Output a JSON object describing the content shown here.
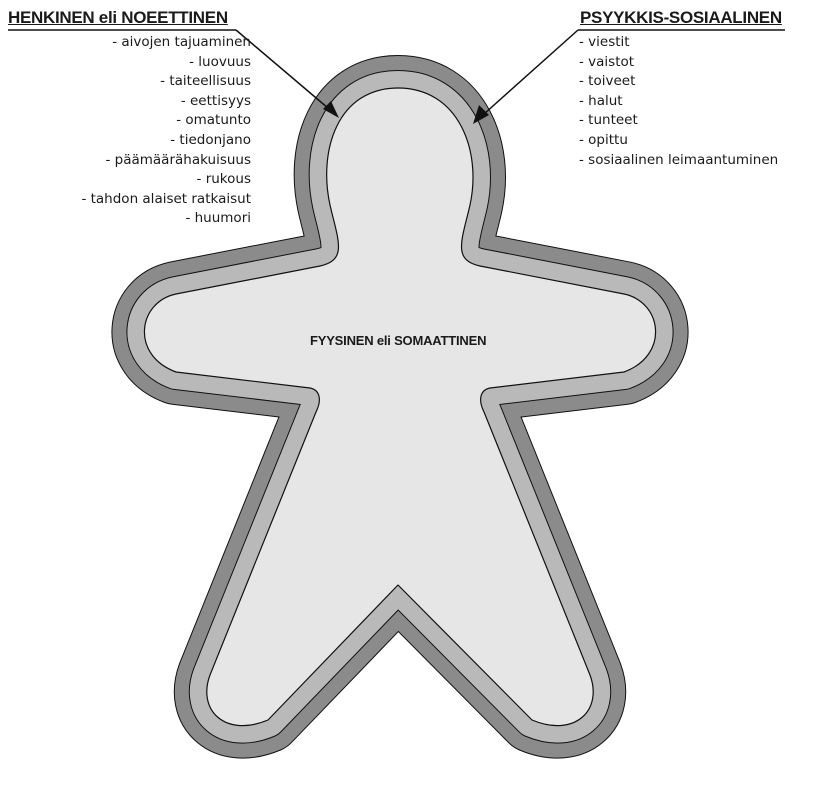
{
  "diagram": {
    "layers": {
      "outer_color": "#8b8b8b",
      "middle_color": "#b9b9b9",
      "inner_color": "#e6e6e6",
      "outline_color": "#111111"
    },
    "center_label": "FYYSINEN eli SOMAATTINEN",
    "left": {
      "heading": "HENKINEN eli NOEETTINEN",
      "items": [
        "- aivojen tajuaminen",
        "- luovuus",
        "- taiteellisuus",
        "- eettisyys",
        "- omatunto",
        "- tiedonjano",
        "- päämäärähakuisuus",
        "- rukous",
        "- tahdon alaiset ratkaisut",
        "- huumori"
      ]
    },
    "right": {
      "heading": "PSYYKKIS-SOSIAALINEN",
      "items": [
        "- viestit",
        "- vaistot",
        "- toiveet",
        "- halut",
        "- tunteet",
        "- opittu",
        "- sosiaalinen leimaantuminen"
      ]
    }
  }
}
